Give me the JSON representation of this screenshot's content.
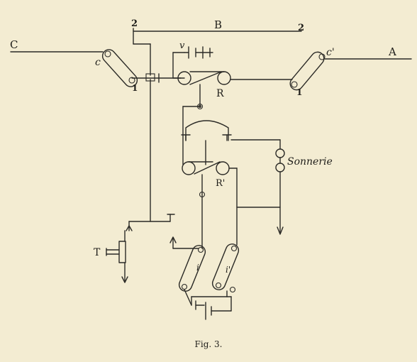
{
  "figure": {
    "caption": "Fig. 3.",
    "labels": {
      "line_left": "C",
      "line_right": "A",
      "bar_label": "B",
      "terminal_left_top": "2",
      "terminal_right_top": "2",
      "switch_left": "c",
      "switch_right": "c'",
      "switch_left_pivot": "1",
      "switch_right_pivot": "1",
      "relay_upper": "R",
      "relay_lower": "R'",
      "battery_top": "v",
      "key": "T",
      "bell": "Sonnerie",
      "switch_bottom_left": "i",
      "switch_bottom_right": "i'"
    }
  }
}
